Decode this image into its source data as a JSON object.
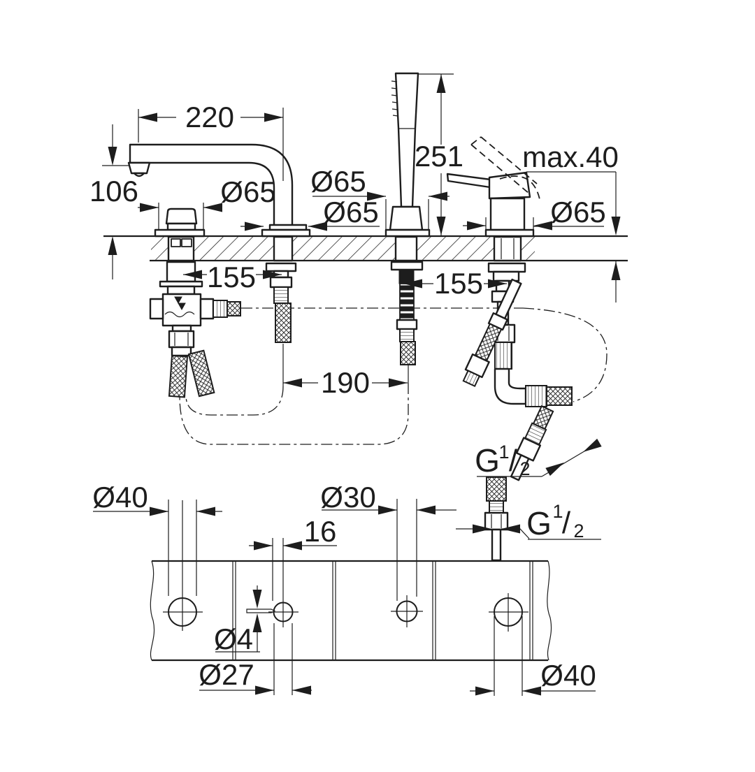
{
  "colors": {
    "ink": "#1d1d1d",
    "background": "#ffffff"
  },
  "side_view": {
    "spout_projection": "220",
    "spout_height": "106",
    "handshower_height": "251",
    "deck_thickness_max": "max.40",
    "valve_escutcheon_diameter": "Ø65",
    "spout_escutcheon_diameter": "Ø65",
    "handshower_escutcheon_diameter": "Ø65",
    "mixer_escutcheon_diameter": "Ø65",
    "spacing_valve_to_spout": "155",
    "spacing_handshower_to_mixer": "155",
    "spacing_spout_to_handshower": "190",
    "shower_hose_thread": {
      "g": "G",
      "numerator": "1",
      "slash": "/",
      "denominator": "2"
    }
  },
  "plan_view": {
    "hole_valve_diameter": "Ø40",
    "hole_handshower_diameter": "Ø30",
    "pin_hole_offset": "16",
    "pin_hole_diameter": "Ø4",
    "hole_spout_diameter": "Ø27",
    "hole_mixer_diameter": "Ø40",
    "connection_hose_thread": {
      "g": "G",
      "numerator": "1",
      "slash": "/",
      "denominator": "2"
    }
  }
}
